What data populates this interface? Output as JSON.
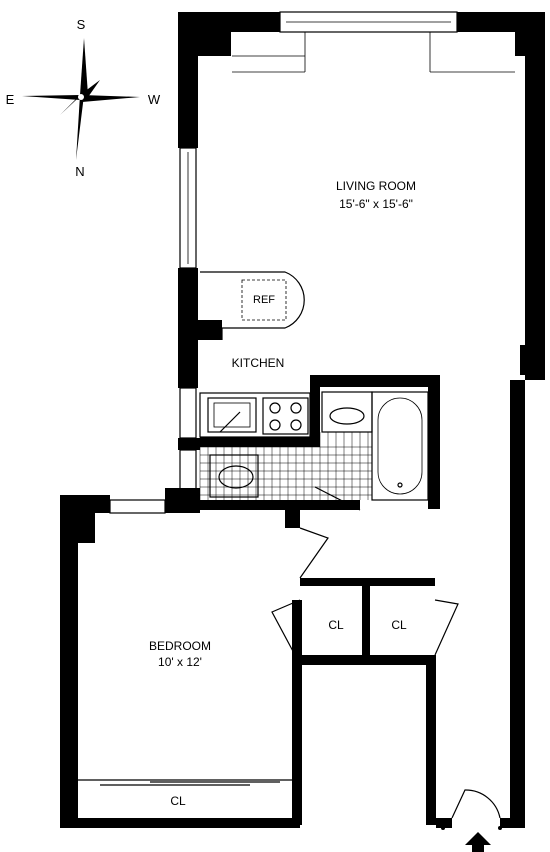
{
  "compass": {
    "south": "S",
    "east": "E",
    "west": "W",
    "north": "N"
  },
  "rooms": {
    "living_room": {
      "name": "LIVING ROOM",
      "size": "15'-6\" x 15'-6\""
    },
    "kitchen": {
      "name": "KITCHEN"
    },
    "refrigerator": {
      "name": "REF"
    },
    "bedroom": {
      "name": "BEDROOM",
      "size": "10' x 12'"
    },
    "closet_1": {
      "name": "CL"
    },
    "closet_2": {
      "name": "CL"
    },
    "closet_bedroom": {
      "name": "CL"
    }
  },
  "colors": {
    "wall": "#000000",
    "background": "#ffffff"
  },
  "icons": {
    "compass": "compass-rose-icon",
    "entry": "entry-arrow-icon"
  }
}
